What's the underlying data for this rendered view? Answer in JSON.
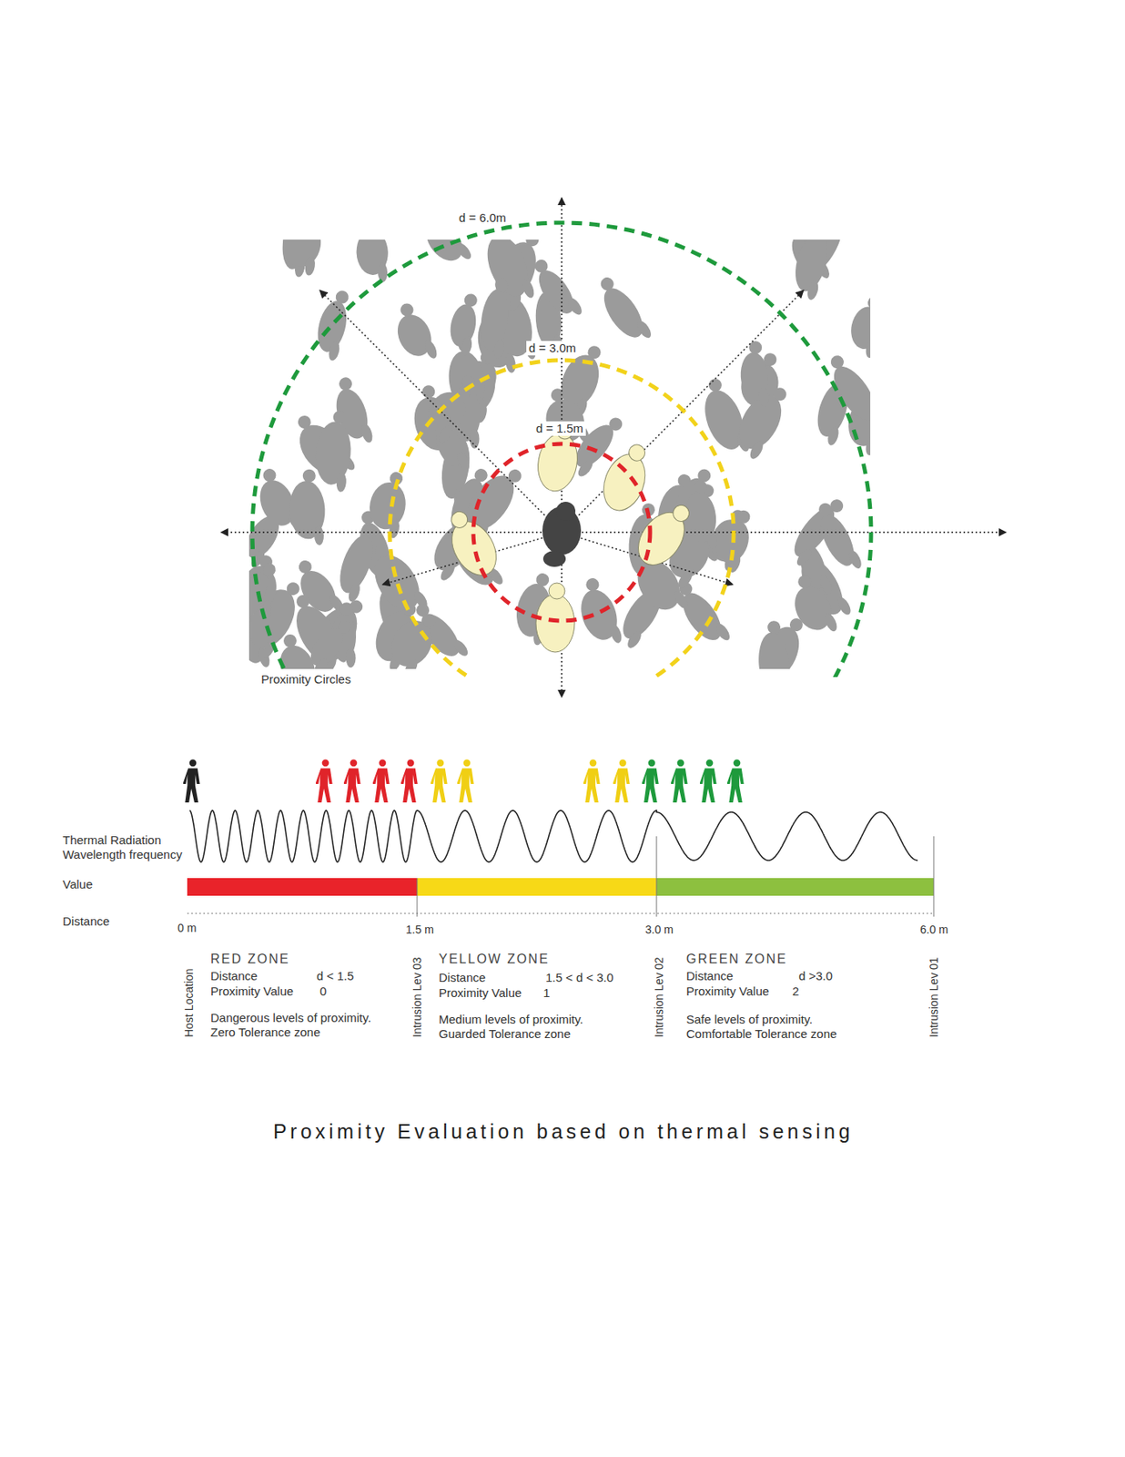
{
  "diagram": {
    "caption": "Proximity Evaluation based on thermal sensing",
    "labels": [
      "d = 6.0m",
      "d = 3.0m",
      "d = 1.5m",
      "Proximity Circles",
      "Thermal Radiation Wavelength frequency",
      "Value",
      "Distance",
      "0 m",
      "1.5 m",
      "3.0 m",
      "6.0 m",
      "Host Location",
      "RED ZONE",
      "Distance",
      "d < 1.5",
      "Proximity Value",
      "0",
      "Dangerous levels of proximity. Zero Tolerance zone",
      "Intrusion Lev 03",
      "YELLOW ZONE",
      "Distance",
      "1.5 < d < 3.0",
      "Proximity Value",
      "1",
      "Medium levels of proximity. Guarded Tolerance zone",
      "Intrusion Lev 02",
      "GREEN ZONE",
      "Distance",
      "d >3.0",
      "Proximity Value",
      "2",
      "Safe levels of proximity. Comfortable Tolerance zone",
      "Intrusion Lev 01"
    ]
  }
}
